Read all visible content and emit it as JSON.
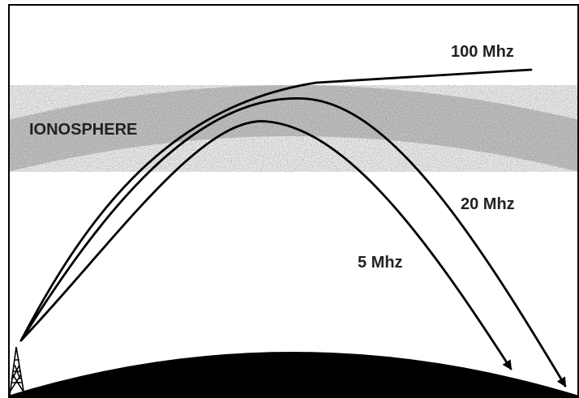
{
  "diagram": {
    "layer_label": "IONOSPHERE",
    "rays": [
      {
        "label": "100 Mhz"
      },
      {
        "label": "20 Mhz"
      },
      {
        "label": "5 Mhz"
      }
    ],
    "colors": {
      "ionosphere": "#cfcfcf",
      "ground": "#000000",
      "border": "#000000",
      "ray": "#000000"
    }
  }
}
